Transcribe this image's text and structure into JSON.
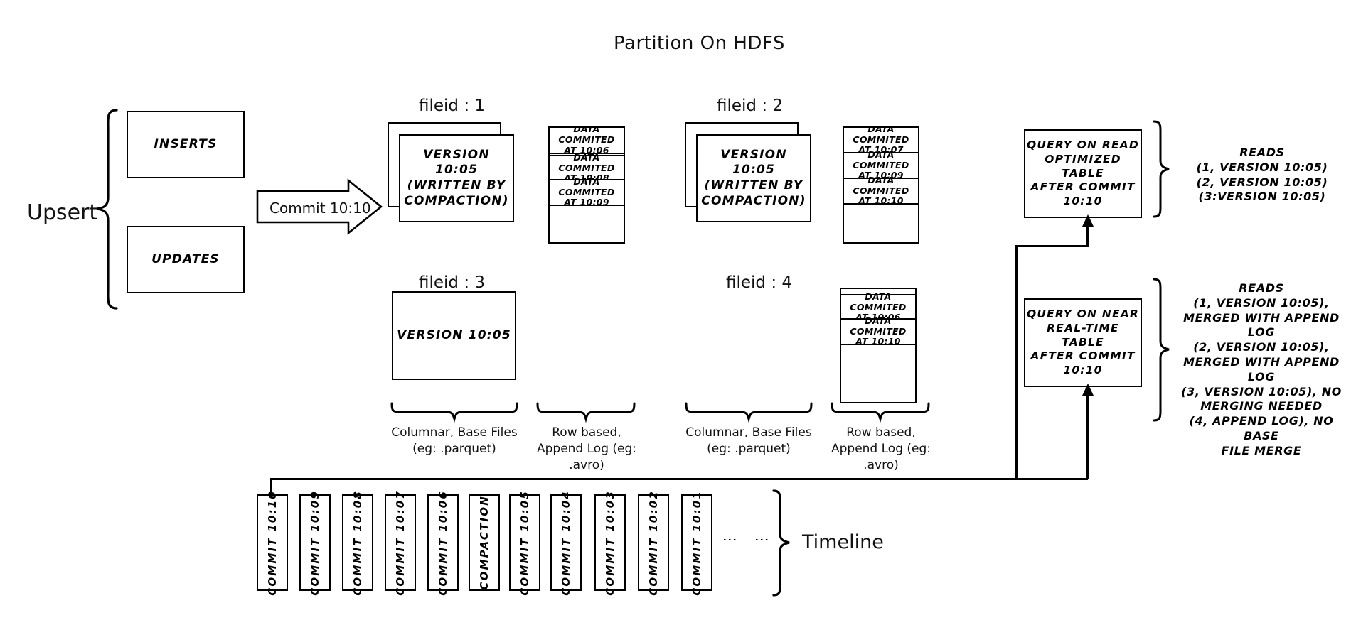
{
  "title": "Partition On HDFS",
  "left": {
    "upsert_label": "Upsert",
    "inserts_label": "INSERTS",
    "updates_label": "UPDATES",
    "commit_arrow_label": "Commit 10:10"
  },
  "fileids": [
    {
      "header": "fileid : 1",
      "base_box_text": "VERSION 10:05\n(WRITTEN BY\nCOMPACTION)",
      "stacked": true,
      "log_entries": [
        "DATA COMMITED\nAT 10:06",
        "DATA COMMITED\nAT 10:08",
        "DATA COMMITED\nAT 10:09"
      ]
    },
    {
      "header": "fileid : 2",
      "base_box_text": "VERSION 10:05\n(WRITTEN BY\nCOMPACTION)",
      "stacked": true,
      "log_entries": [
        "DATA COMMITED\nAT 10:07",
        "DATA COMMITED\nAT 10:09",
        "DATA COMMITED\nAT 10:10"
      ]
    },
    {
      "header": "fileid : 3",
      "base_box_text": "VERSION 10:05",
      "stacked": false,
      "log_entries": []
    },
    {
      "header": "fileid : 4",
      "base_box_text": "",
      "stacked": false,
      "log_entries": [
        "DATA COMMITED\nAT 10:06",
        "DATA COMMITED\nAT 10:10"
      ]
    }
  ],
  "captions": {
    "columnar_left": "Columnar, Base Files\n(eg: .parquet)",
    "rowlog_left": "Row based,\nAppend Log  (eg:\n.avro)",
    "columnar_right": "Columnar, Base Files\n(eg: .parquet)",
    "rowlog_right": "Row based,\nAppend Log  (eg:\n.avro)"
  },
  "queries": [
    {
      "box_text": "QUERY ON READ\nOPTIMIZED TABLE\nAFTER COMMIT\n10:10",
      "reads_text": "READS\n(1, VERSION 10:05)\n(2, VERSION 10:05)\n(3:VERSION 10:05)"
    },
    {
      "box_text": "QUERY ON NEAR\nREAL-TIME TABLE\nAFTER COMMIT\n10:10",
      "reads_text": "READS\n(1, VERSION 10:05),\nMERGED WITH APPEND LOG\n(2, VERSION 10:05),\nMERGED WITH APPEND LOG\n(3, VERSION 10:05), NO\nMERGING NEEDED\n(4, APPEND LOG), NO BASE\nFILE MERGE"
    }
  ],
  "timeline": {
    "label": "Timeline",
    "cells": [
      "COMMIT  10:10",
      "COMMIT  10:09",
      "COMMIT  10:08",
      "COMMIT  10:07",
      "COMMIT  10:06",
      "COMPACTION",
      "COMMIT  10:05",
      "COMMIT  10:04",
      "COMMIT  10:03",
      "COMMIT  10:02",
      "COMMIT  10:01"
    ],
    "ellipsis": [
      "⋮",
      "⋮"
    ]
  },
  "colors": {
    "stroke": "#000000",
    "background": "#ffffff"
  }
}
